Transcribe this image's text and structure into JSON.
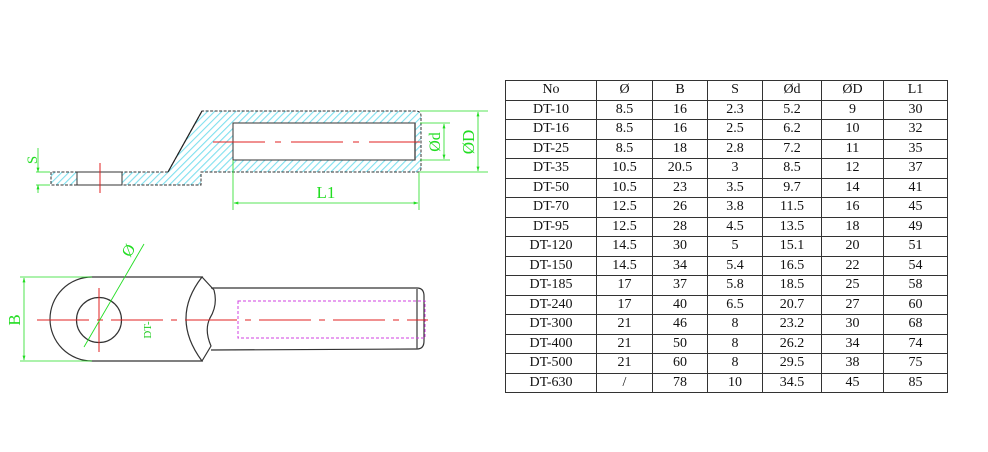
{
  "diagram": {
    "side_view": {
      "labels": {
        "thickness": "S",
        "inner_dia": "Ød",
        "outer_dia": "ØD",
        "barrel_length": "L1"
      }
    },
    "top_view": {
      "labels": {
        "width": "B",
        "hole_dia": "Ø",
        "model_note": "DT-"
      }
    },
    "colors": {
      "hatch": "#7fe0ef",
      "dimension": "#22dd22",
      "centerline": "#e02020",
      "hidden_line": "#d040e0",
      "outline": "#333333"
    }
  },
  "table": {
    "headers": [
      "No",
      "Ø",
      "B",
      "S",
      "Ød",
      "ØD",
      "L1"
    ],
    "rows": [
      [
        "DT-10",
        "8.5",
        "16",
        "2.3",
        "5.2",
        "9",
        "30"
      ],
      [
        "DT-16",
        "8.5",
        "16",
        "2.5",
        "6.2",
        "10",
        "32"
      ],
      [
        "DT-25",
        "8.5",
        "18",
        "2.8",
        "7.2",
        "11",
        "35"
      ],
      [
        "DT-35",
        "10.5",
        "20.5",
        "3",
        "8.5",
        "12",
        "37"
      ],
      [
        "DT-50",
        "10.5",
        "23",
        "3.5",
        "9.7",
        "14",
        "41"
      ],
      [
        "DT-70",
        "12.5",
        "26",
        "3.8",
        "11.5",
        "16",
        "45"
      ],
      [
        "DT-95",
        "12.5",
        "28",
        "4.5",
        "13.5",
        "18",
        "49"
      ],
      [
        "DT-120",
        "14.5",
        "30",
        "5",
        "15.1",
        "20",
        "51"
      ],
      [
        "DT-150",
        "14.5",
        "34",
        "5.4",
        "16.5",
        "22",
        "54"
      ],
      [
        "DT-185",
        "17",
        "37",
        "5.8",
        "18.5",
        "25",
        "58"
      ],
      [
        "DT-240",
        "17",
        "40",
        "6.5",
        "20.7",
        "27",
        "60"
      ],
      [
        "DT-300",
        "21",
        "46",
        "8",
        "23.2",
        "30",
        "68"
      ],
      [
        "DT-400",
        "21",
        "50",
        "8",
        "26.2",
        "34",
        "74"
      ],
      [
        "DT-500",
        "21",
        "60",
        "8",
        "29.5",
        "38",
        "75"
      ],
      [
        "DT-630",
        "/",
        "78",
        "10",
        "34.5",
        "45",
        "85"
      ]
    ]
  }
}
